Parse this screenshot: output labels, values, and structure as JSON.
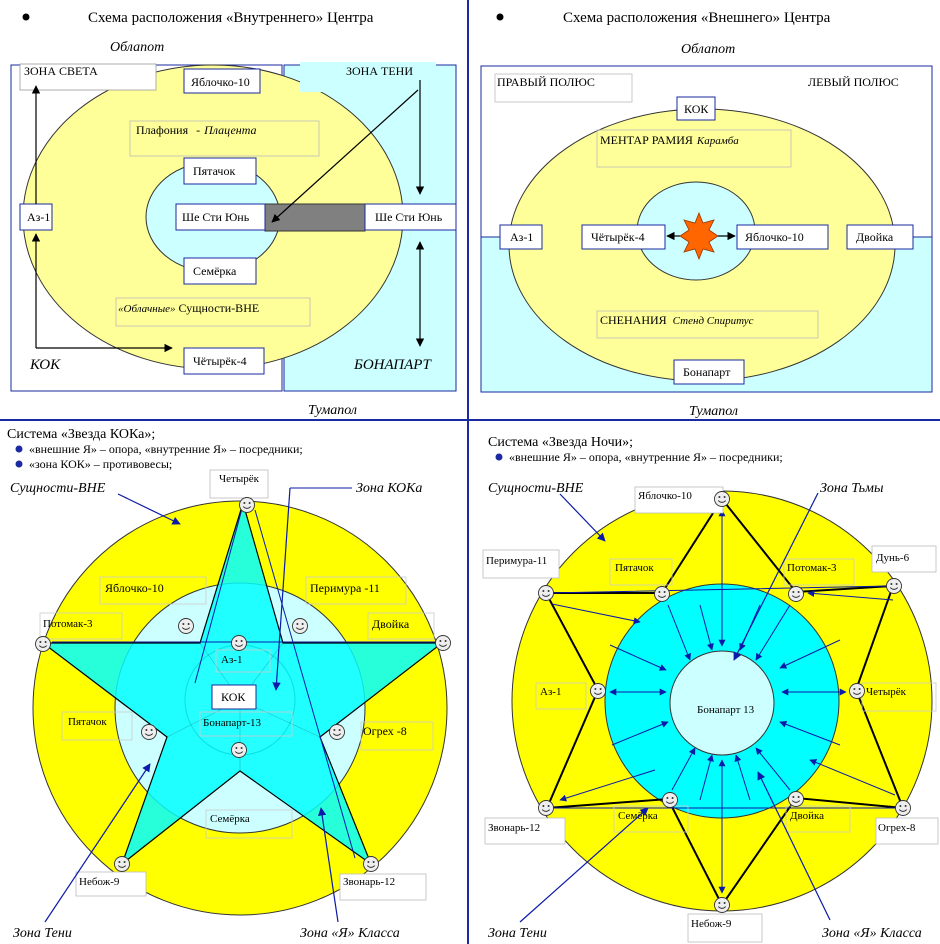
{
  "colors": {
    "divider": "#1a2aa0",
    "ellipse_fill": "#ffff99",
    "yellow": "#ffff00",
    "shadow_zone": "#ccffff",
    "cyan": "#00ffff",
    "inner_circle": "#ccffff",
    "grey_bar": "#808080",
    "arrow": "#0b1aa8",
    "star_center": "#ff6600",
    "face": "#eeeeee"
  },
  "q1": {
    "title": "Схема расположения «Внутреннего» Центра",
    "top": "Облапот",
    "bottom": "Тумапол",
    "zone_light": "ЗОНА СВЕТА",
    "zone_shadow": "ЗОНА ТЕНИ",
    "yablochko": "Яблочко-10",
    "plafonia": "Плафония",
    "dash": "-",
    "placenta": "Плацента",
    "pyatachok": "Пятачок",
    "az": "Аз-1",
    "she_left": "Ше Сти Юнь",
    "she_right": "Ше Сти Юнь",
    "semerka": "Семёрка",
    "oblachnye": "«Облачные»",
    "sushchnosti": "Сущности-ВНЕ",
    "kok": "КОК",
    "chetyrek": "Чётырёк-4",
    "bonapart": "БОНАПАРТ"
  },
  "q2": {
    "title": "Схема расположения «Внешнего» Центра",
    "top": "Облапот",
    "bottom": "Тумапол",
    "right_pole": "ПРАВЫЙ ПОЛЮС",
    "left_pole": "ЛЕВЫЙ ПОЛЮС",
    "kok": "КОК",
    "mentar": "МЕНТАР РАМИЯ",
    "karamba": "Карамба",
    "az": "Аз-1",
    "chetyrek": "Чётырёк-4",
    "yablochko": "Яблочко-10",
    "dvoyka": "Двойка",
    "snenaniya": "СНЕНАНИЯ",
    "stend": "Стенд Спиритус",
    "bonapart": "Бонапарт"
  },
  "q3": {
    "title": "Система «Звезда КОКа»;",
    "bullet1": "«внешние Я» – опора, «внутренние Я» – посредники;",
    "bullet2": "«зона КОК» – противовесы;",
    "sushchnosti": "Сущности-ВНЕ",
    "zona_koka": "Зона КОКа",
    "zona_teni": "Зона Тени",
    "zona_ya": "Зона «Я» Класса",
    "chetyrek": "Четырёк",
    "yablochko": "Яблочко-10",
    "perimura": "Перимура -11",
    "potomak": "Потомак-3",
    "dvoyka": "Двойка",
    "az": "Аз-1",
    "kok": "КОК",
    "bonapart": "Бонапарт-13",
    "pyatachok": "Пятачок",
    "ogreh": "Огрех -8",
    "semerka": "Семёрка",
    "nebozh": "Небож-9",
    "zvonar": "Звонарь-12"
  },
  "q4": {
    "title": "Система «Звезда Ночи»;",
    "bullet1": "«внешние Я» – опора, «внутренние Я» – посредники;",
    "sushchnosti": "Сущности-ВНЕ",
    "zona_tmy": "Зона Тьмы",
    "zona_teni": "Зона Тени",
    "zona_ya": "Зона «Я» Класса",
    "yablochko": "Яблочко-10",
    "perimura": "Перимура-11",
    "pyatachok": "Пятачок",
    "potomak": "Потомак-3",
    "dun": "Дунь-6",
    "az": "Аз-1",
    "bonapart": "Бонапарт 13",
    "chetyrek": "Четырёк",
    "zvonar": "Звонарь-12",
    "semerka": "Семёрка",
    "dvoyka": "Двойка",
    "ogreh": "Огрех-8",
    "nebozh": "Небож-9"
  }
}
